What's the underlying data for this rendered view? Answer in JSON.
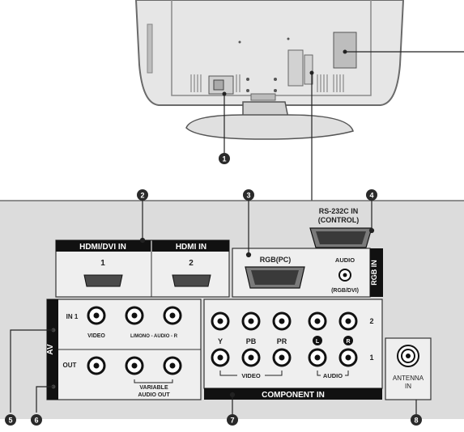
{
  "callouts": {
    "n1": "1",
    "n2": "2",
    "n3": "3",
    "n4": "4",
    "n5": "5",
    "n6": "6",
    "n7": "7",
    "n8": "8"
  },
  "hdmi_dvi": {
    "title": "HDMI/DVI IN",
    "port": "1"
  },
  "hdmi": {
    "title": "HDMI IN",
    "port": "2"
  },
  "rs232": {
    "line1": "RS-232C IN",
    "line2": "(CONTROL)"
  },
  "rgb": {
    "pc": "RGB(PC)",
    "audio": "AUDIO",
    "audio_sub": "(RGB/DVI)",
    "side": "RGB IN"
  },
  "av": {
    "side": "AV",
    "in1": "IN 1",
    "video": "VIDEO",
    "audio_in": "L/MONO - AUDIO - R",
    "out": "OUT",
    "variable1": "VARIABLE",
    "variable2": "AUDIO OUT"
  },
  "component": {
    "y": "Y",
    "pb": "PB",
    "pr": "PR",
    "l": "L",
    "r": "R",
    "row2": "2",
    "row1": "1",
    "video": "VIDEO",
    "audio": "AUDIO",
    "title": "COMPONENT IN"
  },
  "antenna": {
    "line1": "ANTENNA",
    "line2": "IN"
  },
  "colors": {
    "panel": "#dcdcdc",
    "dark": "#1e1e1e",
    "label_bar": "#111111"
  }
}
